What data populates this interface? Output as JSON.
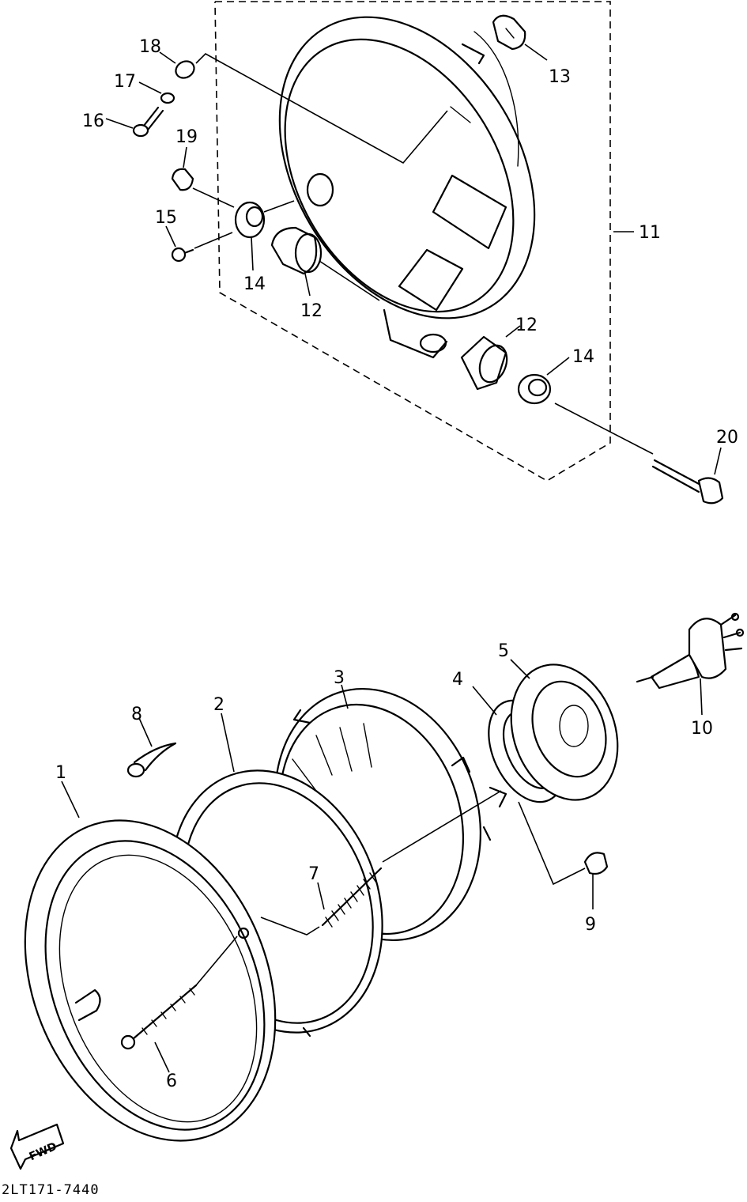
{
  "drawing_code": "2LT171-7440",
  "forward_label": "FWD",
  "callouts": {
    "c1": "1",
    "c2": "2",
    "c3": "3",
    "c4": "4",
    "c5": "5",
    "c6": "6",
    "c7": "7",
    "c8": "8",
    "c9": "9",
    "c10": "10",
    "c11": "11",
    "c12a": "12",
    "c12b": "12",
    "c13": "13",
    "c14a": "14",
    "c14b": "14",
    "c15": "15",
    "c16": "16",
    "c17": "17",
    "c18": "18",
    "c19": "19",
    "c20": "20"
  }
}
